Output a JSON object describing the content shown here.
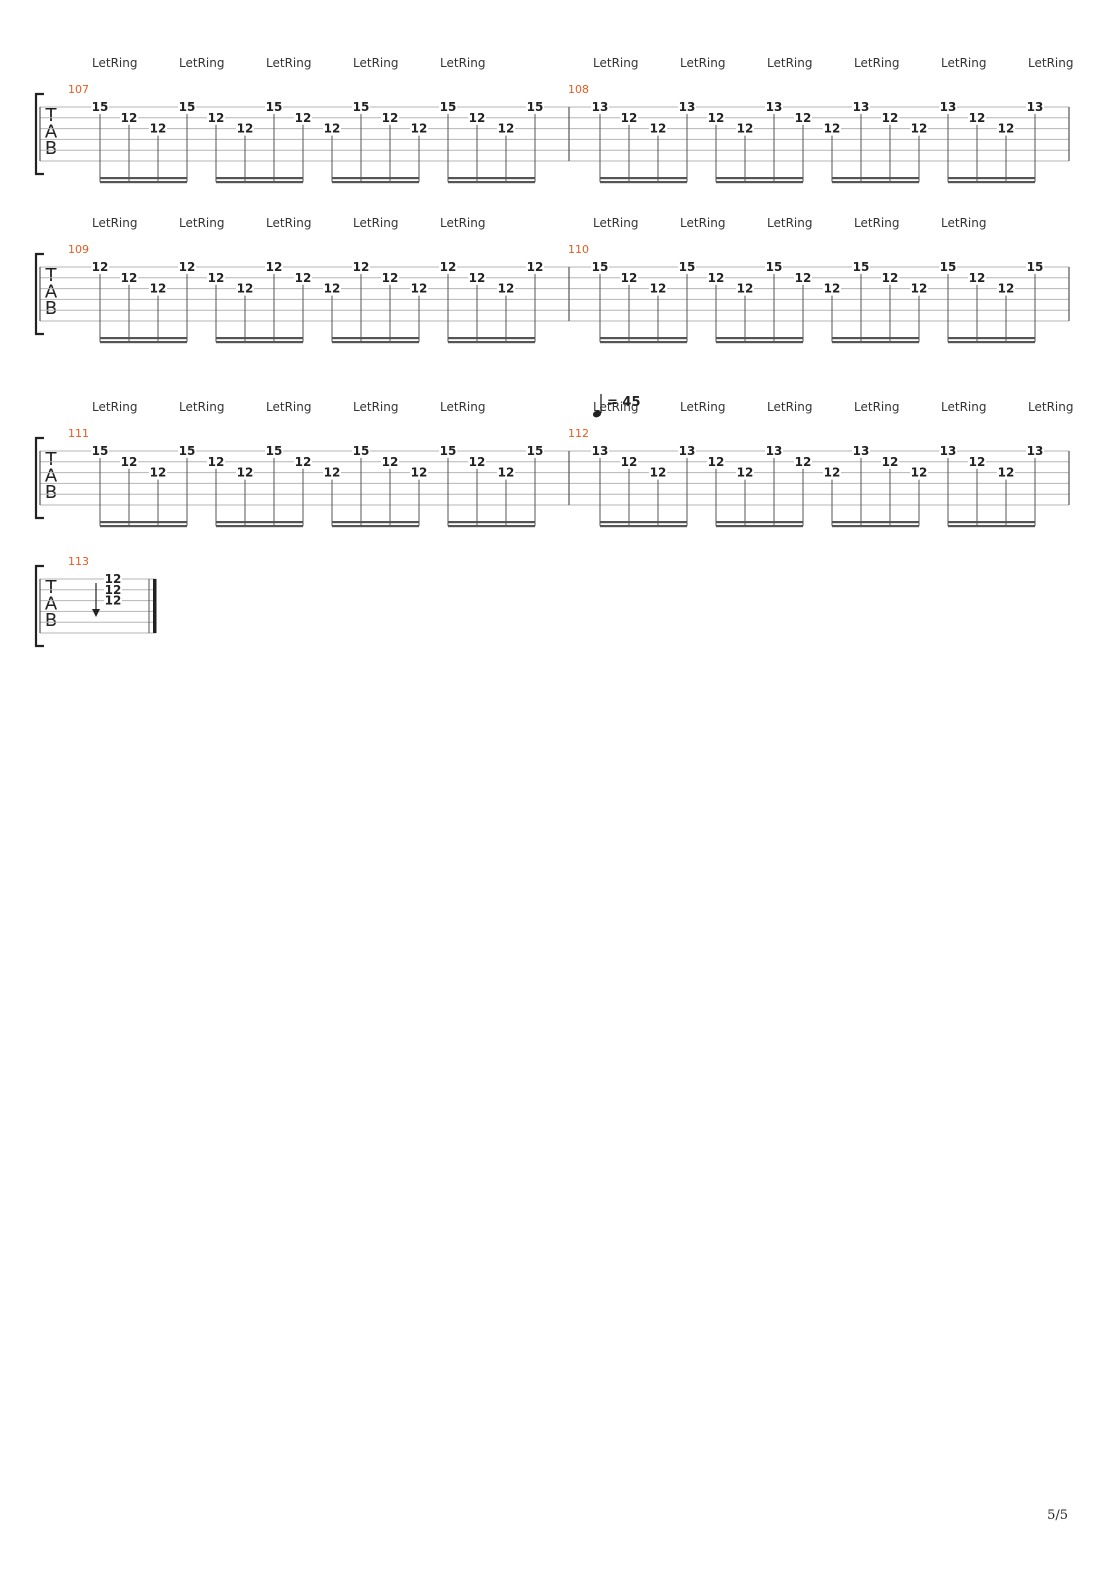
{
  "page": {
    "page_number": "5/5"
  },
  "tab_clef": [
    "T",
    "A",
    "B"
  ],
  "systems": [
    {
      "measures": [
        {
          "number": "107",
          "frets": [
            "15",
            "12",
            "12",
            "15",
            "12",
            "12",
            "15",
            "12",
            "12",
            "15",
            "12",
            "12",
            "15",
            "12",
            "12",
            "15"
          ],
          "strings": [
            1,
            2,
            3,
            1,
            2,
            3,
            1,
            2,
            3,
            1,
            2,
            3,
            1,
            2,
            3,
            1
          ]
        },
        {
          "number": "108",
          "frets": [
            "13",
            "12",
            "12",
            "13",
            "12",
            "12",
            "13",
            "12",
            "12",
            "13",
            "12",
            "12",
            "13",
            "12",
            "12",
            "13"
          ],
          "strings": [
            1,
            2,
            3,
            1,
            2,
            3,
            1,
            2,
            3,
            1,
            2,
            3,
            1,
            2,
            3,
            1
          ]
        }
      ],
      "let_ring": [
        "LetRing",
        "LetRing",
        "LetRing",
        "LetRing",
        "LetRing",
        "LetRing",
        "LetRing",
        "LetRing",
        "LetRing",
        "LetRing",
        "LetRing"
      ]
    },
    {
      "measures": [
        {
          "number": "109",
          "frets": [
            "12",
            "12",
            "12",
            "12",
            "12",
            "12",
            "12",
            "12",
            "12",
            "12",
            "12",
            "12",
            "12",
            "12",
            "12",
            "12"
          ],
          "strings": [
            1,
            2,
            3,
            1,
            2,
            3,
            1,
            2,
            3,
            1,
            2,
            3,
            1,
            2,
            3,
            1
          ]
        },
        {
          "number": "110",
          "frets": [
            "15",
            "12",
            "12",
            "15",
            "12",
            "12",
            "15",
            "12",
            "12",
            "15",
            "12",
            "12",
            "15",
            "12",
            "12",
            "15"
          ],
          "strings": [
            1,
            2,
            3,
            1,
            2,
            3,
            1,
            2,
            3,
            1,
            2,
            3,
            1,
            2,
            3,
            1
          ]
        }
      ],
      "let_ring": [
        "LetRing",
        "LetRing",
        "LetRing",
        "LetRing",
        "LetRing",
        "LetRing",
        "LetRing",
        "LetRing",
        "LetRing",
        "LetRing"
      ]
    },
    {
      "measures": [
        {
          "number": "111",
          "frets": [
            "15",
            "12",
            "12",
            "15",
            "12",
            "12",
            "15",
            "12",
            "12",
            "15",
            "12",
            "12",
            "15",
            "12",
            "12",
            "15"
          ],
          "strings": [
            1,
            2,
            3,
            1,
            2,
            3,
            1,
            2,
            3,
            1,
            2,
            3,
            1,
            2,
            3,
            1
          ]
        },
        {
          "number": "112",
          "frets": [
            "13",
            "12",
            "12",
            "13",
            "12",
            "12",
            "13",
            "12",
            "12",
            "13",
            "12",
            "12",
            "13",
            "12",
            "12",
            "13"
          ],
          "strings": [
            1,
            2,
            3,
            1,
            2,
            3,
            1,
            2,
            3,
            1,
            2,
            3,
            1,
            2,
            3,
            1
          ]
        }
      ],
      "let_ring": [
        "LetRing",
        "LetRing",
        "LetRing",
        "LetRing",
        "LetRing",
        "LetRing",
        "LetRing",
        "LetRing",
        "LetRing",
        "LetRing",
        "LetRing"
      ],
      "tempo": "= 45"
    },
    {
      "measures": [
        {
          "number": "113",
          "chord": [
            "12",
            "12",
            "12"
          ]
        }
      ]
    }
  ]
}
